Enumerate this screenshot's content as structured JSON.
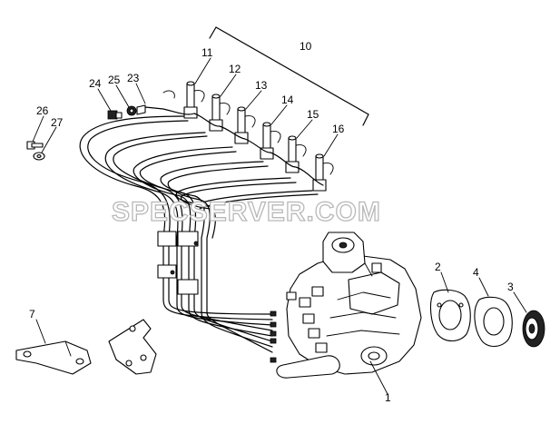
{
  "diagram": {
    "callouts": [
      {
        "id": "c1",
        "text": "1"
      },
      {
        "id": "c2",
        "text": "2"
      },
      {
        "id": "c3",
        "text": "3"
      },
      {
        "id": "c4",
        "text": "4"
      },
      {
        "id": "c7",
        "text": "7"
      },
      {
        "id": "c10",
        "text": "10"
      },
      {
        "id": "c11",
        "text": "11"
      },
      {
        "id": "c12",
        "text": "12"
      },
      {
        "id": "c13",
        "text": "13"
      },
      {
        "id": "c14",
        "text": "14"
      },
      {
        "id": "c15",
        "text": "15"
      },
      {
        "id": "c16",
        "text": "16"
      },
      {
        "id": "c23",
        "text": "23"
      },
      {
        "id": "c24",
        "text": "24"
      },
      {
        "id": "c25",
        "text": "25"
      },
      {
        "id": "c26",
        "text": "26"
      },
      {
        "id": "c27",
        "text": "27"
      }
    ]
  },
  "watermark": "SPECSERVER.COM"
}
